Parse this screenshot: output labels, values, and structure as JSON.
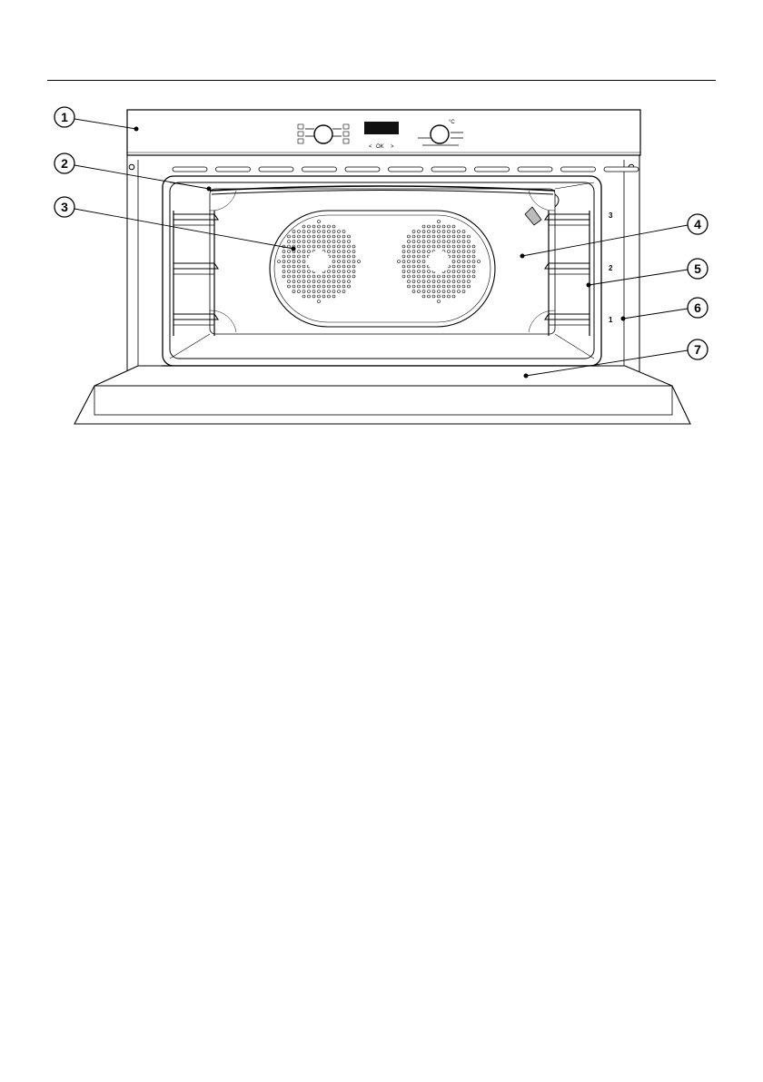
{
  "callouts": [
    {
      "num": "1",
      "target": "control-panel"
    },
    {
      "num": "2",
      "target": "heating-element"
    },
    {
      "num": "3",
      "target": "fan-cover"
    },
    {
      "num": "4",
      "target": "oven-interior"
    },
    {
      "num": "5",
      "target": "side-runner"
    },
    {
      "num": "6",
      "target": "shelf-levels"
    },
    {
      "num": "7",
      "target": "oven-door"
    }
  ],
  "shelf_levels": [
    "3",
    "2",
    "1"
  ],
  "control_panel": {
    "display_nav": {
      "prev": "<",
      "ok": "OK",
      "next": ">"
    },
    "temp_unit": "°C"
  }
}
